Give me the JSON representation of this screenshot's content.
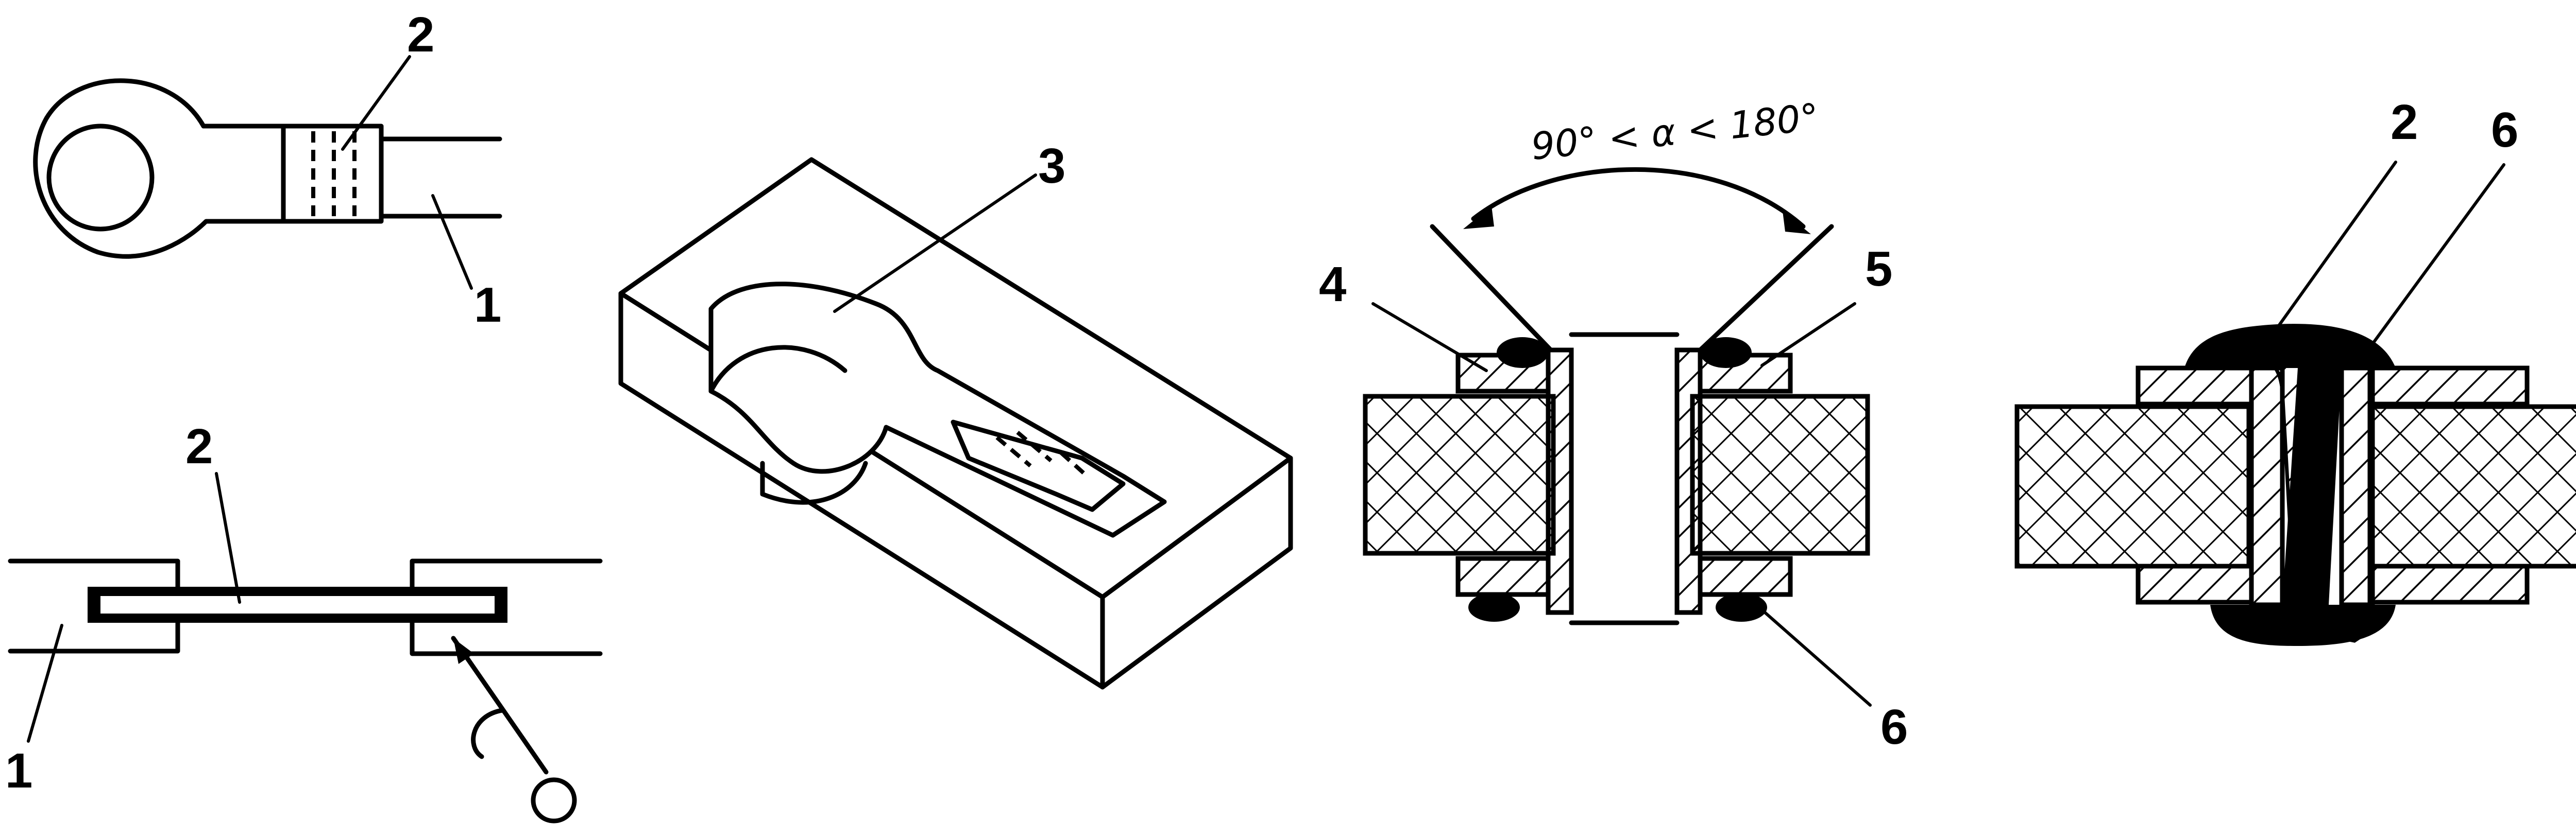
{
  "labels": {
    "lug_top_wire": "1",
    "lug_top_crimp": "2",
    "wire_joint_left": "1",
    "wire_joint_strip": "2",
    "die_cavity": "3",
    "angle_formula": "90° < α < 180°",
    "rivet_left": "4",
    "rivet_right": "5",
    "rivet_bottom": "6",
    "filled_strip": "2",
    "filled_solder": "6"
  }
}
